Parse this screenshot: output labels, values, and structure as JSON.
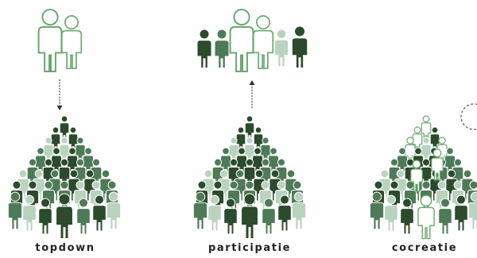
{
  "panels": [
    {
      "id": "topdown",
      "label": "topdown",
      "arrow": "down",
      "leaders": [
        "outline",
        "outline"
      ]
    },
    {
      "id": "participatie",
      "label": "participatie",
      "arrow": "up",
      "leaders": [
        "dark",
        "mid",
        "outline",
        "outline",
        "light",
        "dark"
      ]
    },
    {
      "id": "cocreatie",
      "label": "cocreatie",
      "arrow": "none",
      "leaders": []
    }
  ],
  "colors": {
    "outline": "#6aa870",
    "dark": "#2c4a2c",
    "mid": "#4f7a58",
    "light": "#b9d3bf",
    "arrow": "#333333",
    "caption": "#222222"
  }
}
